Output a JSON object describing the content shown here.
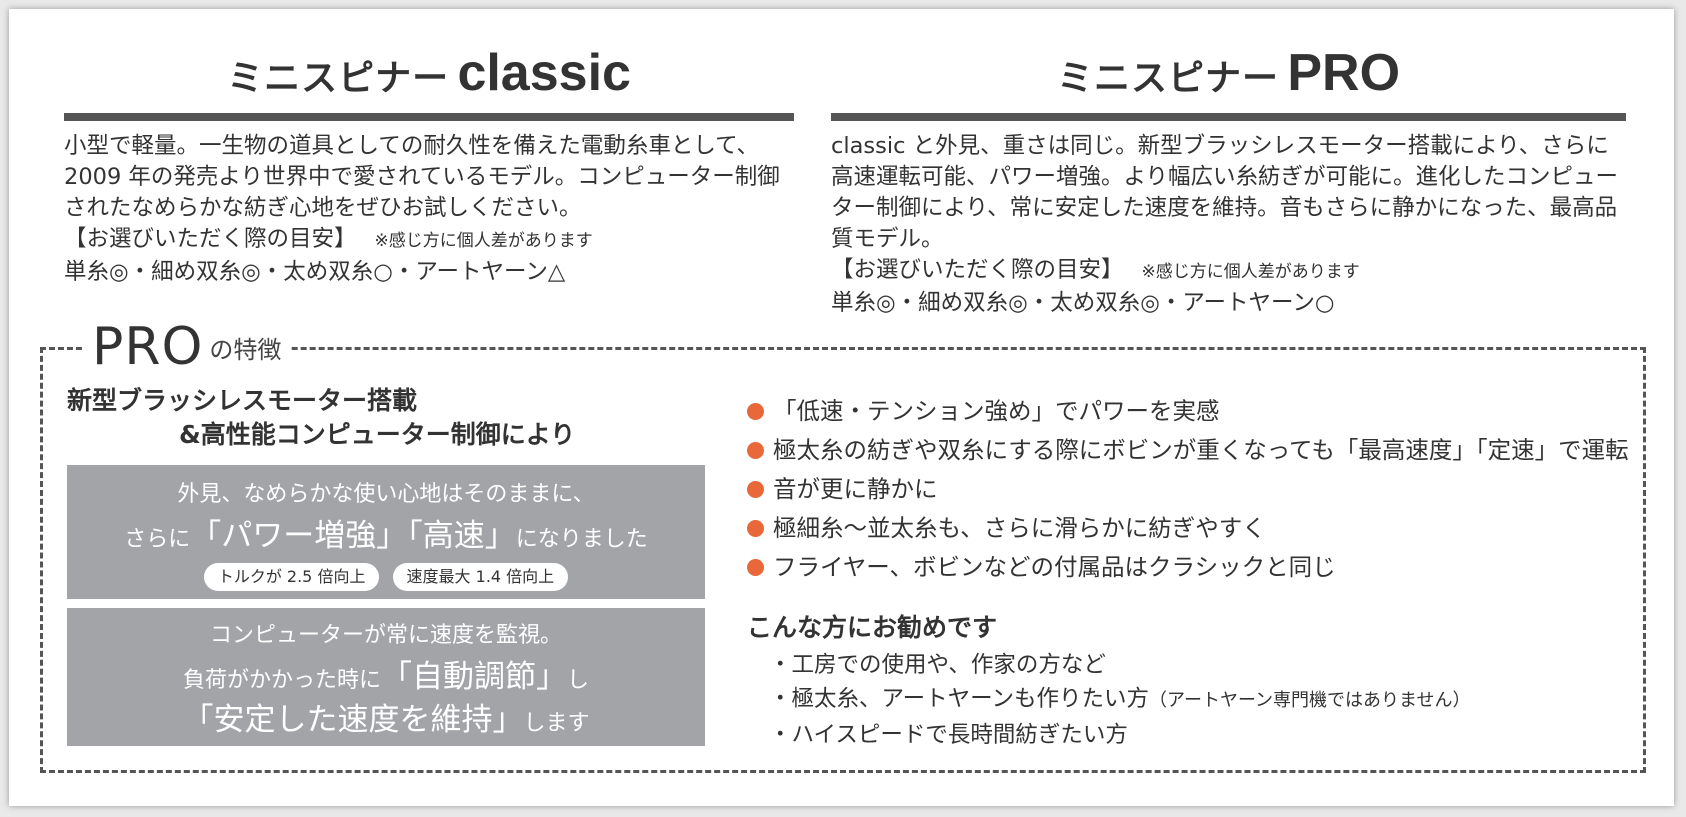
{
  "classic": {
    "title_kana": "ミニスピナー",
    "title_model": "classic",
    "description": "小型で軽量。一生物の道具としての耐久性を備えた電動糸車として、2009 年の発売より世界中で愛されているモデル。コンピューター制御されたなめらかな紡ぎ心地をぜひお試しください。",
    "guide_label": "【お選びいただく際の目安】",
    "guide_note": "※感じ方に個人差があります",
    "rating": "単糸◎・細め双糸◎・太め双糸○・アートヤーン△"
  },
  "pro": {
    "title_kana": "ミニスピナー",
    "title_model": "PRO",
    "description": "classic と外見、重さは同じ。新型ブラッシレスモーター搭載により、さらに高速運転可能、パワー増強。より幅広い糸紡ぎが可能に。進化したコンピューター制御により、常に安定した速度を維持。音もさらに静かになった、最高品質モデル。",
    "guide_label": "【お選びいただく際の目安】",
    "guide_note": "※感じ方に個人差があります",
    "rating": "単糸◎・細め双糸◎・太め双糸◎・アートヤーン○"
  },
  "features": {
    "label_word": "PRO",
    "label_suffix": "の特徴",
    "heading_line1": "新型ブラッシレスモーター搭載",
    "heading_line2": "&高性能コンピューター制御により",
    "box1": {
      "line1": "外見、なめらかな使い心地はそのままに、",
      "line2_pre": "さらに",
      "line2_big": "「パワー増強」「高速」",
      "line2_post": "になりました",
      "pill1": "トルクが 2.5 倍向上",
      "pill2": "速度最大 1.4 倍向上"
    },
    "box2": {
      "line1": "コンピューターが常に速度を監視。",
      "line2_pre": "負荷がかかった時に",
      "line2_big": "「自動調節」",
      "line2_post": "し",
      "line3_big": "「安定した速度を維持」",
      "line3_post": "します"
    },
    "bullets": [
      "「低速・テンション強め」でパワーを実感",
      "極太糸の紡ぎや双糸にする際にボビンが重くなっても「最高速度」「定速」で運転",
      "音が更に静かに",
      "極細糸～並太糸も、さらに滑らかに紡ぎやすく",
      "フライヤー、ボビンなどの付属品はクラシックと同じ"
    ],
    "recommend_heading": "こんな方にお勧めです",
    "recommend": [
      {
        "text": "・工房での使用や、作家の方など",
        "note": ""
      },
      {
        "text": "・極太糸、アートヤーンも作りたい方",
        "note": "（アートヤーン専門機ではありません）"
      },
      {
        "text": "・ハイスピードで長時間紡ぎたい方",
        "note": ""
      }
    ],
    "accent_color": "#e8683a",
    "box_color": "#a3a4a8"
  }
}
